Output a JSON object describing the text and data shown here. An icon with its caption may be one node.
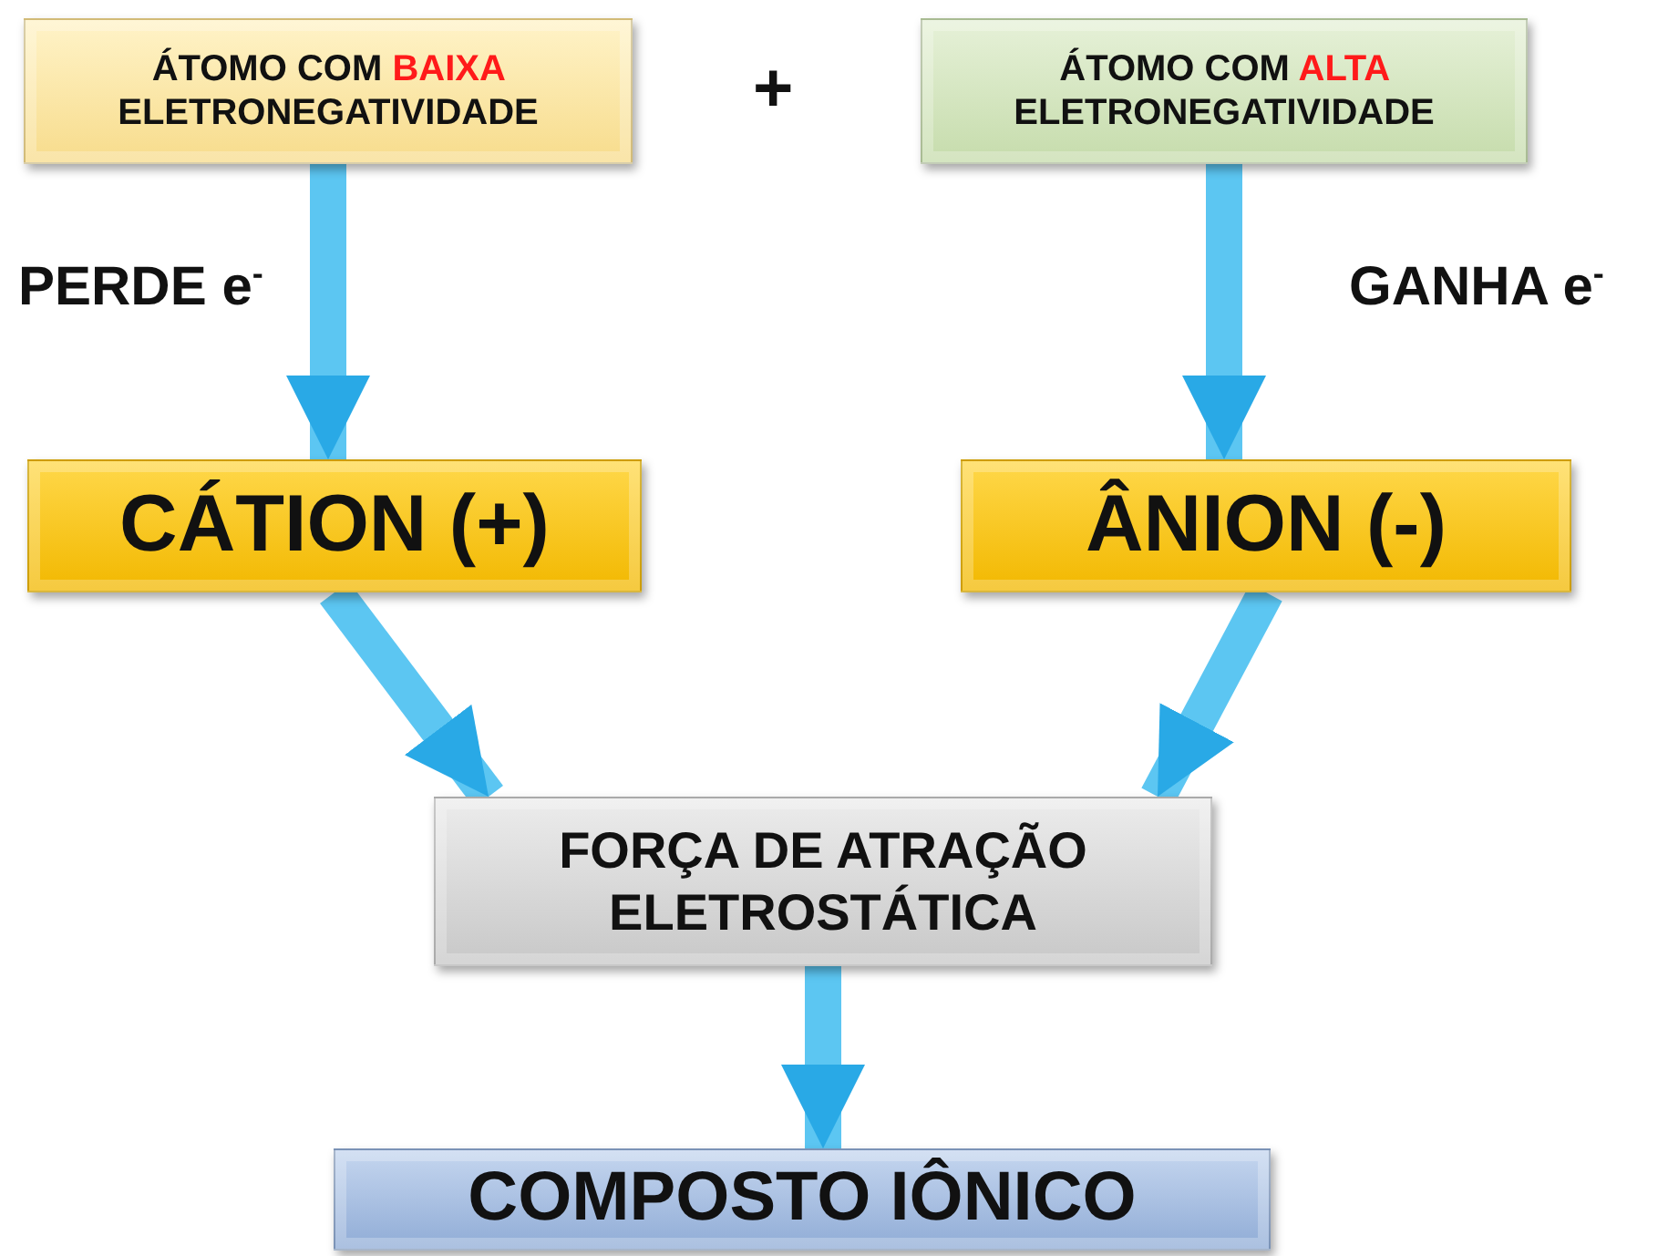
{
  "diagram": {
    "nodes": [
      {
        "text": [
          "ÁTOMO COM *BAIXA* ELETRONEGATIVIDADE"
        ]
      },
      {
        "text": [
          "ÁTOMO COM *ALTA* ELETRONEGATIVIDADE"
        ]
      },
      {
        "text": [
          "CÁTION (+)"
        ]
      },
      {
        "text": [
          "ÂNION (-)"
        ]
      },
      {
        "text": [
          "FORÇA DE ATRAÇÃO ELETROSTÁTICA"
        ]
      },
      {
        "text": [
          "COMPOSTO IÔNICO"
        ]
      }
    ],
    "edges": [
      {
        "from": 0,
        "to": 2,
        "arrow": "to"
      },
      {
        "from": 1,
        "to": 3,
        "arrow": "to"
      },
      {
        "from": 2,
        "to": 4,
        "arrow": "to"
      },
      {
        "from": 3,
        "to": 4,
        "arrow": "to"
      },
      {
        "from": 4,
        "to": 5,
        "arrow": "to"
      }
    ],
    "labels": [
      "+",
      "PERDE e$^{-}$",
      "GANHA e$^{-}$"
    ]
  }
}
